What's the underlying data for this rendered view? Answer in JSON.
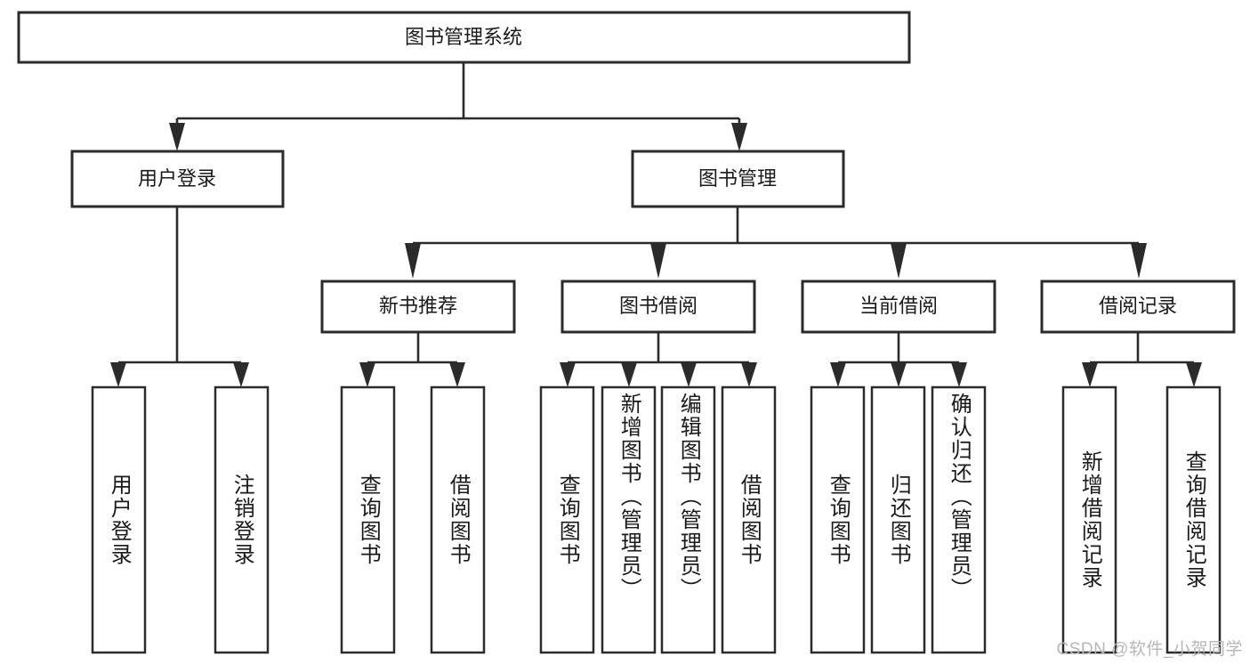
{
  "diagram": {
    "type": "tree-hierarchy",
    "title": "图书管理系统",
    "orientation": "top-down",
    "colors": {
      "box_fill": "#ffffff",
      "box_stroke": "#2b2b2b",
      "text": "#1a1a1a",
      "watermark": "#b7b7b7",
      "background": "#ffffff"
    },
    "root": {
      "label": "图书管理系统"
    },
    "level2": [
      {
        "label": "用户登录"
      },
      {
        "label": "图书管理"
      }
    ],
    "level3": [
      {
        "label": "新书推荐"
      },
      {
        "label": "图书借阅"
      },
      {
        "label": "当前借阅"
      },
      {
        "label": "借阅记录"
      }
    ],
    "leaves": {
      "user_login": [
        {
          "label": "用户登录"
        },
        {
          "label": "注销登录"
        }
      ],
      "new_book_recommend": [
        {
          "label": "查询图书"
        },
        {
          "label": "借阅图书"
        }
      ],
      "book_borrow": [
        {
          "label": "查询图书"
        },
        {
          "label": "新增图书（管理员）"
        },
        {
          "label": "编辑图书（管理员）"
        },
        {
          "label": "借阅图书"
        }
      ],
      "current_borrow": [
        {
          "label": "查询图书"
        },
        {
          "label": "归还图书"
        },
        {
          "label": "确认归还（管理员）"
        }
      ],
      "borrow_record": [
        {
          "label": "新增借阅记录"
        },
        {
          "label": "查询借阅记录"
        }
      ]
    }
  },
  "watermark": {
    "text": "CSDN @软件_小贺同学"
  }
}
